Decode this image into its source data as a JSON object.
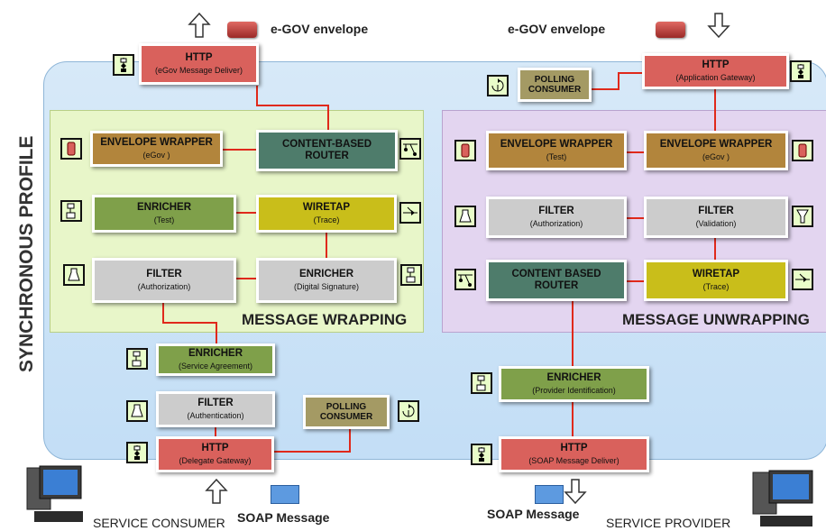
{
  "profile_title": "SYNCHRONOUS PROFILE",
  "envelope_top_left": "e-GOV envelope",
  "envelope_top_right": "e-GOV envelope",
  "soap_left": "SOAP Message",
  "soap_right": "SOAP Message",
  "service_consumer": "SERVICE CONSUMER",
  "service_provider": "SERVICE PROVIDER",
  "section_wrapping": "MESSAGE WRAPPING",
  "section_unwrapping": "MESSAGE UNWRAPPING",
  "nodes": {
    "http_egov": {
      "title": "HTTP",
      "sub": "(eGov Message Deliver)"
    },
    "http_appgw": {
      "title": "HTTP",
      "sub": "(Application Gateway)"
    },
    "polling_top": {
      "title": "POLLING CONSUMER"
    },
    "env_wrap_egov": {
      "title": "ENVELOPE WRAPPER",
      "sub": "(eGov )"
    },
    "cbr_left": {
      "title": "CONTENT-BASED ROUTER"
    },
    "enricher_test": {
      "title": "ENRICHER",
      "sub": "(Test)"
    },
    "wiretap_left": {
      "title": "WIRETAP",
      "sub": "(Trace)"
    },
    "filter_auth_left": {
      "title": "FILTER",
      "sub": "(Authorization)"
    },
    "enricher_dsig": {
      "title": "ENRICHER",
      "sub": "(Digital Signature)"
    },
    "env_wrap_test": {
      "title": "ENVELOPE WRAPPER",
      "sub": "(Test)"
    },
    "env_wrap_egov2": {
      "title": "ENVELOPE WRAPPER",
      "sub": "(eGov )"
    },
    "filter_auth_right": {
      "title": "FILTER",
      "sub": "(Authorization)"
    },
    "filter_valid": {
      "title": "FILTER",
      "sub": "(Validation)"
    },
    "cbr_right": {
      "title": "CONTENT BASED ROUTER"
    },
    "wiretap_right": {
      "title": "WIRETAP",
      "sub": "(Trace)"
    },
    "enricher_sa": {
      "title": "ENRICHER",
      "sub": "(Service Agreement)"
    },
    "filter_authn": {
      "title": "FILTER",
      "sub": "(Authentication)"
    },
    "polling_bottom": {
      "title": "POLLING CONSUMER"
    },
    "http_delegate": {
      "title": "HTTP",
      "sub": "(Delegate Gateway)"
    },
    "enricher_pid": {
      "title": "ENRICHER",
      "sub": "(Provider Identification)"
    },
    "http_soap": {
      "title": "HTTP",
      "sub": "(SOAP Message Deliver)"
    }
  },
  "colors": {
    "http": "#d9615c",
    "envelope_wrapper": "#b2853c",
    "router": "#4e7c6b",
    "enricher": "#7fa04a",
    "wiretap": "#c9be1a",
    "filter": "#cccccc",
    "polling": "#a49a64",
    "connector": "#e0291b",
    "wrapping_bg": "#e8f6c9",
    "unwrapping_bg": "#e3d5f0",
    "profile_bg": "#c3def6"
  },
  "icons": {
    "http": "channel-adapter-icon",
    "polling": "polling-consumer-icon",
    "envelope_wrapper": "envelope-wrapper-icon",
    "router": "router-icon",
    "enricher": "content-enricher-icon",
    "wiretap": "wiretap-icon",
    "filter": "message-filter-icon"
  }
}
